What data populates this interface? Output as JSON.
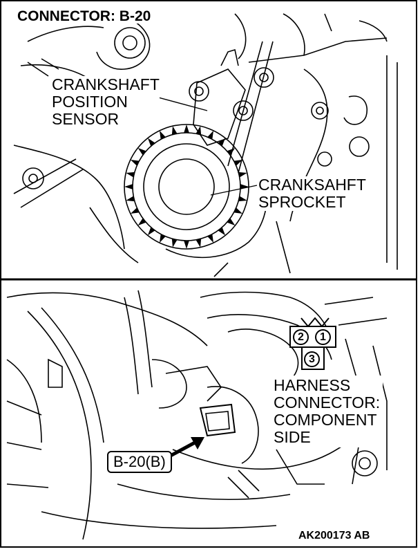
{
  "header": {
    "title": "CONNECTOR: B-20"
  },
  "top_panel": {
    "sensor_label": [
      "CRANKSHAFT",
      "POSITION",
      "SENSOR"
    ],
    "sprocket_label": [
      "CRANKSAHFT",
      "SPROCKET"
    ]
  },
  "bottom_panel": {
    "connector_pins": [
      "2",
      "1",
      "3"
    ],
    "harness_label": [
      "HARNESS",
      "CONNECTOR:",
      "COMPONENT",
      "SIDE"
    ],
    "connector_id": "B-20(B)"
  },
  "footer": {
    "figure_code": "AK200173 AB"
  },
  "colors": {
    "line": "#000000",
    "background": "#ffffff",
    "border": "#000000"
  }
}
